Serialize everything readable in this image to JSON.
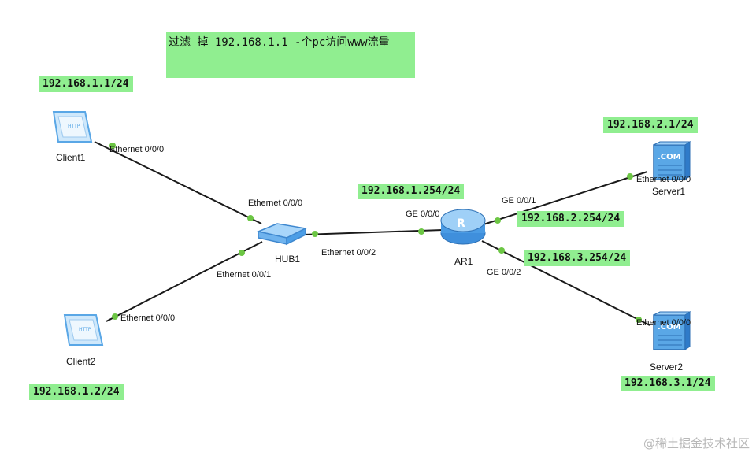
{
  "note": "过滤 掉 192.168.1.1 -个pc访问www流量",
  "devices": {
    "client1": "Client1",
    "client2": "Client2",
    "hub1": "HUB1",
    "ar1": "AR1",
    "server1": "Server1",
    "server2": "Server2"
  },
  "ips": {
    "client1": "192.168.1.1/24",
    "client2": "192.168.1.2/24",
    "ar1_g000": "192.168.1.254/24",
    "server1": "192.168.2.1/24",
    "ar1_g001": "192.168.2.254/24",
    "ar1_g002": "192.168.3.254/24",
    "server2": "192.168.3.1/24"
  },
  "ports": {
    "client1_eth": "Ethernet 0/0/0",
    "hub_eth000": "Ethernet 0/0/0",
    "hub_eth001": "Ethernet 0/0/1",
    "hub_eth002": "Ethernet 0/0/2",
    "client2_eth": "Ethernet 0/0/0",
    "ar1_ge000": "GE 0/0/0",
    "ar1_ge001": "GE 0/0/1",
    "ar1_ge002": "GE 0/0/2",
    "server1_eth": "Ethernet 0/0/0",
    "server2_eth": "Ethernet 0/0/0"
  },
  "icons": {
    "client": "pc-client-icon",
    "hub": "hub-icon",
    "router": "router-icon",
    "server": "server-icon"
  },
  "colors": {
    "label_bg": "#90ee90",
    "link": "#1a1a1a",
    "port_dot": "#6cc644",
    "device_blue": "#4a90d9"
  },
  "watermark": "@稀土掘金技术社区"
}
